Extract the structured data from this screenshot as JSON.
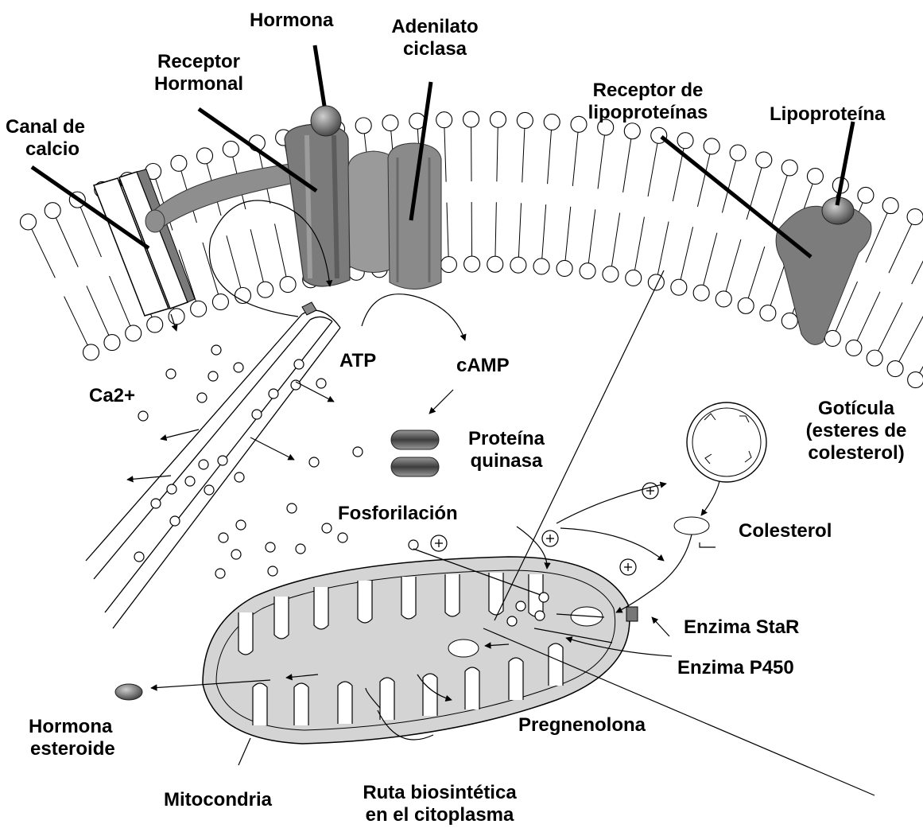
{
  "labels": {
    "hormona": "Hormona",
    "adenilato_l1": "Adenilato",
    "adenilato_l2": "ciclasa",
    "receptor_h_l1": "Receptor",
    "receptor_h_l2": "Hormonal",
    "canal_l1": "Canal de",
    "canal_l2": "calcio",
    "receptor_lipo_l1": "Receptor de",
    "receptor_lipo_l2": "lipoproteínas",
    "lipoproteina": "Lipoproteína",
    "atp": "ATP",
    "camp": "cAMP",
    "ca2": "Ca2+",
    "proteina_l1": "Proteína",
    "proteina_l2": "quinasa",
    "goticula_l1": "Gotícula",
    "goticula_l2": "(esteres de",
    "goticula_l3": "colesterol)",
    "fosforilacion": "Fosforilación",
    "colesterol": "Colesterol",
    "enzima_star": "Enzima StaR",
    "enzima_p450": "Enzima P450",
    "pregnenolona": "Pregnenolona",
    "hormona_est_l1": "Hormona",
    "hormona_est_l2": "esteroide",
    "mitocondria": "Mitocondria",
    "ruta_l1": "Ruta biosintética",
    "ruta_l2": "en el citoplasma"
  },
  "colors": {
    "protein_dark": "#6e6e6e",
    "protein_mid": "#8c8c8c",
    "mito_fill": "#d4d4d4",
    "line": "#000000"
  }
}
